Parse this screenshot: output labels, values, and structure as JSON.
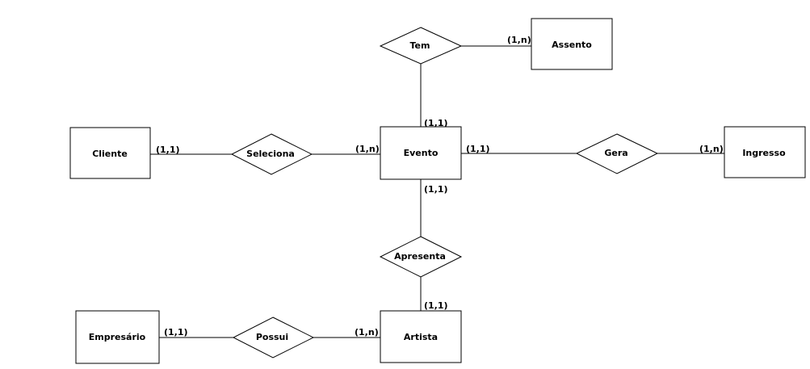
{
  "entities": {
    "cliente": "Cliente",
    "evento": "Evento",
    "assento": "Assento",
    "ingresso": "Ingresso",
    "artista": "Artista",
    "empresario": "Empresário"
  },
  "relationships": {
    "tem": "Tem",
    "seleciona": "Seleciona",
    "gera": "Gera",
    "apresenta": "Apresenta",
    "possui": "Possui"
  },
  "cardinalities": {
    "tem_assento": "(1,n)",
    "tem_evento": "(1,1)",
    "seleciona_cliente": "(1,1)",
    "seleciona_evento": "(1,n)",
    "gera_evento": "(1,1)",
    "gera_ingresso": "(1,n)",
    "apresenta_evento": "(1,1)",
    "apresenta_artista": "(1,1)",
    "possui_empresario": "(1,1)",
    "possui_artista": "(1,n)"
  },
  "colors": {
    "stroke": "#000000",
    "fill": "#ffffff"
  }
}
